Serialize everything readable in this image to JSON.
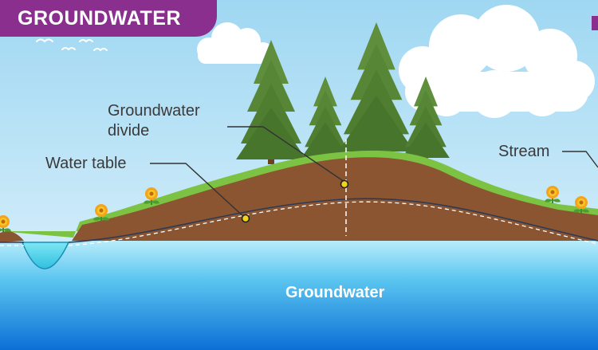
{
  "header": {
    "title": "GROUNDWATER"
  },
  "labels": {
    "groundwater_divide_line1": "Groundwater",
    "groundwater_divide_line2": "divide",
    "water_table": "Water table",
    "stream": "Stream",
    "groundwater": "Groundwater"
  },
  "colors": {
    "banner": "#8a2f8e",
    "sky": "#bfe6f8",
    "soil": "#8b5532",
    "grass": "#7cc243",
    "water": "#1f8fe0",
    "marker": "#f2d21b"
  },
  "icons": [
    "tree-icon",
    "flower-icon",
    "bird-icon",
    "cloud-icon"
  ]
}
